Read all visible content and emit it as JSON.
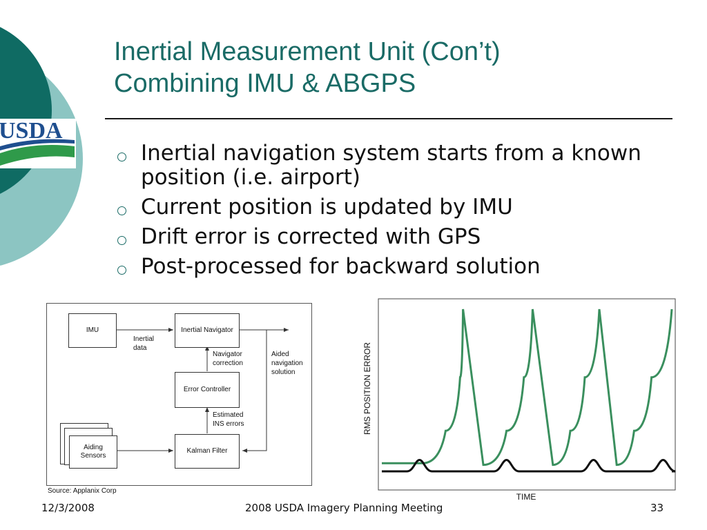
{
  "logo": {
    "text": "USDA"
  },
  "title": {
    "line1": "Inertial Measurement Unit (Con’t)",
    "line2": "Combining IMU & ABGPS"
  },
  "bullets": [
    {
      "text": "Inertial navigation system starts from a known position (i.e. airport)"
    },
    {
      "text": "Current position is updated by IMU"
    },
    {
      "text": "Drift error is corrected with GPS"
    },
    {
      "text": "Post-processed for backward solution"
    }
  ],
  "diagram": {
    "boxes": {
      "imu": "IMU",
      "inertial_navigator": "Inertial Navigator",
      "error_controller": "Error Controller",
      "kalman_filter": "Kalman Filter",
      "aiding_sensors": "Aiding\nSensors"
    },
    "labels": {
      "inertial_data": "Inertial\ndata",
      "navigator_correction": "Navigator\ncorrection",
      "aided_navigation_solution": "Aided\nnavigation\nsolution",
      "estimated_ins_errors": "Estimated\nINS errors"
    },
    "source": "Source: Applanix Corp"
  },
  "chart_data": {
    "type": "line",
    "ylabel": "RMS POSITION ERROR",
    "xlabel": "TIME",
    "grid": false,
    "series": [
      {
        "color": "#3a8f5e",
        "x": [
          0,
          0.14,
          0.22,
          0.27,
          0.28,
          0.35,
          0.43,
          0.49,
          0.52,
          0.59,
          0.65,
          0.7,
          0.75,
          0.81,
          0.87,
          0.93,
          1.0
        ],
        "y": [
          0.05,
          0.05,
          0.25,
          0.58,
          1.0,
          0.04,
          0.25,
          0.58,
          1.0,
          0.04,
          0.25,
          0.58,
          1.0,
          0.04,
          0.25,
          0.58,
          1.0
        ]
      },
      {
        "color": "#111111",
        "peaks_x": [
          0.13,
          0.43,
          0.73,
          0.97
        ],
        "baseline": 0.0,
        "peak_height": 0.07
      }
    ],
    "colors": {
      "growth_curve": "#3a8f5e",
      "bounded_curve": "#111111"
    }
  },
  "footer": {
    "date": "12/3/2008",
    "event": "2008 USDA Imagery Planning Meeting",
    "page": "33"
  },
  "colors": {
    "title": "#1a6b66",
    "logo_dark": "#0f6b63",
    "logo_light": "#8cc5c2",
    "logo_blue": "#1f4f8f",
    "logo_green": "#2f9a4a"
  }
}
